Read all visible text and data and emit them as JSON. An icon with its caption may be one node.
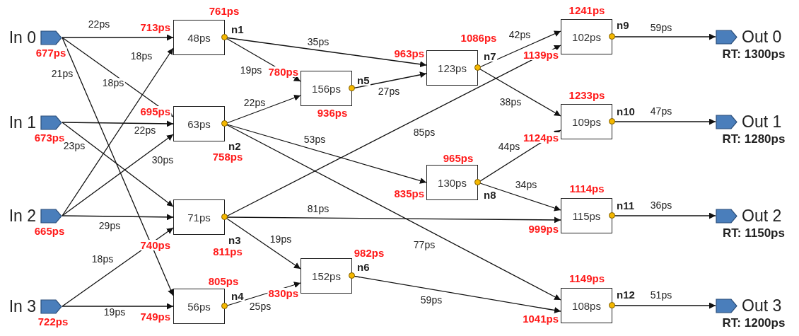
{
  "diagram": {
    "nodes": [
      {
        "text": [
          "In 0"
        ],
        "beside": [
          "677ps"
        ]
      },
      {
        "text": [
          "In 1"
        ],
        "beside": [
          "673ps"
        ]
      },
      {
        "text": [
          "In 2"
        ],
        "beside": [
          "665ps"
        ]
      },
      {
        "text": [
          "In 3"
        ],
        "beside": [
          "722ps"
        ]
      },
      {
        "text": [
          "48ps"
        ],
        "beside": [
          "713ps",
          "761ps",
          "n1"
        ]
      },
      {
        "text": [
          "63ps"
        ],
        "beside": [
          "695ps",
          "758ps",
          "n2"
        ]
      },
      {
        "text": [
          "71ps"
        ],
        "beside": [
          "740ps",
          "811ps",
          "n3"
        ]
      },
      {
        "text": [
          "56ps"
        ],
        "beside": [
          "749ps",
          "805ps",
          "n4"
        ]
      },
      {
        "text": [
          "156ps"
        ],
        "beside": [
          "780ps",
          "936ps",
          "n5"
        ]
      },
      {
        "text": [
          "152ps"
        ],
        "beside": [
          "830ps",
          "982ps",
          "n6"
        ]
      },
      {
        "text": [
          "123ps"
        ],
        "beside": [
          "963ps",
          "1086ps",
          "n7"
        ]
      },
      {
        "text": [
          "130ps"
        ],
        "beside": [
          "835ps",
          "965ps",
          "n8"
        ]
      },
      {
        "text": [
          "102ps"
        ],
        "beside": [
          "1139ps",
          "1241ps",
          "n9"
        ]
      },
      {
        "text": [
          "109ps"
        ],
        "beside": [
          "1124ps",
          "1233ps",
          "n10"
        ]
      },
      {
        "text": [
          "115ps"
        ],
        "beside": [
          "999ps",
          "1114ps",
          "n11"
        ]
      },
      {
        "text": [
          "108ps"
        ],
        "beside": [
          "1041ps",
          "1149ps",
          "n12"
        ]
      },
      {
        "text": [
          "Out 0"
        ],
        "beside": [
          "RT: 1300ps"
        ]
      },
      {
        "text": [
          "Out 1"
        ],
        "beside": [
          "RT: 1280ps"
        ]
      },
      {
        "text": [
          "Out 2"
        ],
        "beside": [
          "RT: 1150ps"
        ]
      },
      {
        "text": [
          "Out 3"
        ],
        "beside": [
          "RT: 1200ps"
        ]
      }
    ],
    "edges": [
      {
        "from": 0,
        "to": 4,
        "arrow": "to",
        "label": "22ps"
      },
      {
        "from": 0,
        "to": 5,
        "arrow": "to",
        "label": "18ps"
      },
      {
        "from": 0,
        "to": 7,
        "arrow": "to",
        "label": "21ps"
      },
      {
        "from": 1,
        "to": 5,
        "arrow": "to",
        "label": "22ps"
      },
      {
        "from": 1,
        "to": 6,
        "arrow": "to",
        "label": "23ps"
      },
      {
        "from": 2,
        "to": 4,
        "arrow": "to",
        "label": "18ps"
      },
      {
        "from": 2,
        "to": 5,
        "arrow": "to",
        "label": "30ps"
      },
      {
        "from": 2,
        "to": 6,
        "arrow": "to",
        "label": "29ps"
      },
      {
        "from": 3,
        "to": 6,
        "arrow": "to",
        "label": "18ps"
      },
      {
        "from": 3,
        "to": 7,
        "arrow": "to",
        "label": "19ps"
      },
      {
        "from": 4,
        "to": 10,
        "arrow": "to",
        "label": "35ps"
      },
      {
        "from": 4,
        "to": 8,
        "arrow": "to",
        "label": "19ps"
      },
      {
        "from": 5,
        "to": 8,
        "arrow": "to",
        "label": "22ps"
      },
      {
        "from": 5,
        "to": 11,
        "arrow": "to",
        "label": "53ps"
      },
      {
        "from": 5,
        "to": 15,
        "arrow": "to",
        "label": "77ps"
      },
      {
        "from": 6,
        "to": 12,
        "arrow": "to",
        "label": "85ps"
      },
      {
        "from": 6,
        "to": 14,
        "arrow": "to",
        "label": "81ps"
      },
      {
        "from": 6,
        "to": 9,
        "arrow": "to",
        "label": "19ps"
      },
      {
        "from": 7,
        "to": 9,
        "arrow": "to",
        "label": "25ps"
      },
      {
        "from": 8,
        "to": 10,
        "arrow": "to",
        "label": "27ps"
      },
      {
        "from": 9,
        "to": 15,
        "arrow": "to",
        "label": "59ps"
      },
      {
        "from": 10,
        "to": 12,
        "arrow": "to",
        "label": "42ps"
      },
      {
        "from": 10,
        "to": 13,
        "arrow": "to",
        "label": "38ps"
      },
      {
        "from": 11,
        "to": 13,
        "arrow": "to",
        "label": "44ps"
      },
      {
        "from": 11,
        "to": 14,
        "arrow": "to",
        "label": "34ps"
      },
      {
        "from": 12,
        "to": 16,
        "arrow": "to",
        "label": "59ps"
      },
      {
        "from": 13,
        "to": 17,
        "arrow": "to",
        "label": "47ps"
      },
      {
        "from": 14,
        "to": 18,
        "arrow": "to",
        "label": "36ps"
      },
      {
        "from": 15,
        "to": 19,
        "arrow": "to",
        "label": "51ps"
      }
    ]
  }
}
